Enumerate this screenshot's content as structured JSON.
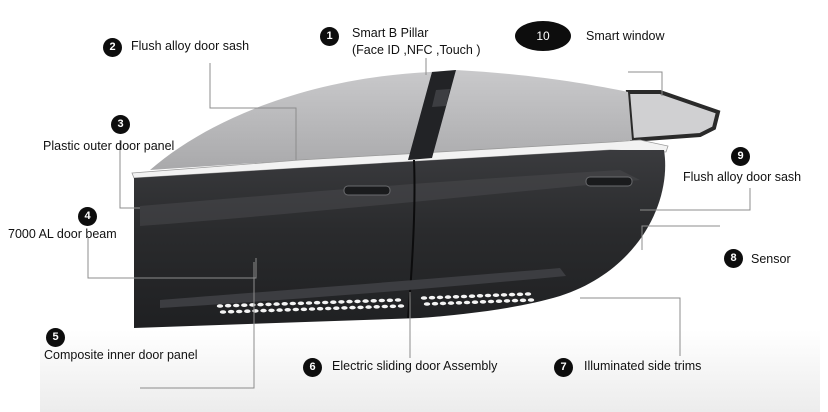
{
  "callouts": [
    {
      "id": "1",
      "label_lines": [
        "Smart B Pillar",
        "(Face ID ,NFC ,Touch )"
      ]
    },
    {
      "id": "2",
      "label_lines": [
        "Flush  alloy door sash"
      ]
    },
    {
      "id": "3",
      "label_lines": [
        "Plastic outer door panel"
      ]
    },
    {
      "id": "4",
      "label_lines": [
        "7000 AL door beam"
      ]
    },
    {
      "id": "5",
      "label_lines": [
        "Composite inner door panel"
      ]
    },
    {
      "id": "6",
      "label_lines": [
        "Electric sliding door Assembly"
      ]
    },
    {
      "id": "7",
      "label_lines": [
        "Illuminated side trims"
      ]
    },
    {
      "id": "8",
      "label_lines": [
        "Sensor"
      ]
    },
    {
      "id": "9",
      "label_lines": [
        "Flush  alloy door sash"
      ]
    },
    {
      "id": "10",
      "label_lines": [
        "Smart window"
      ]
    }
  ],
  "colors": {
    "badge": "#0d0d0d",
    "door_panel": "#2b2b2d",
    "glass": "#b9b9bb",
    "leader_line": "#8c8c8c"
  }
}
